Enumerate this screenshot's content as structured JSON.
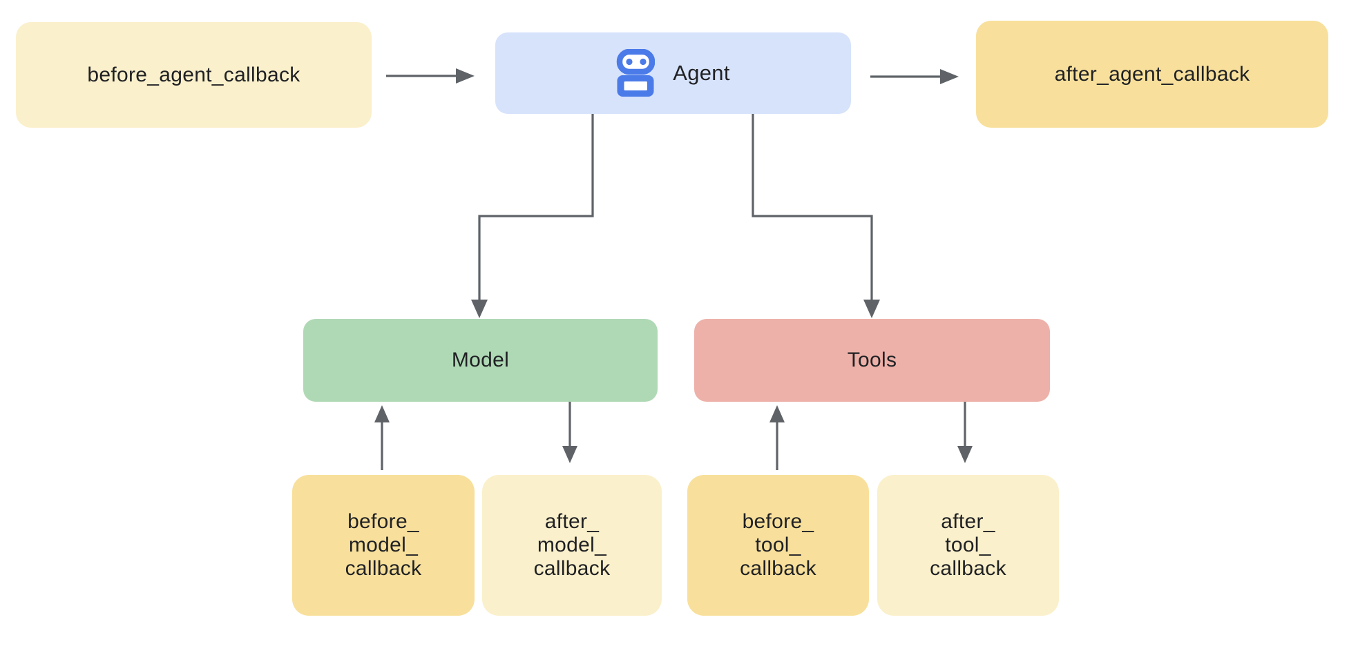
{
  "diagram": {
    "title": "agent callbacks flow",
    "background": "#ffffff",
    "line_color": "#5F6368",
    "text_color": "#202124",
    "colors": {
      "cream": "#FAF0CB",
      "gold": "#F8E09C",
      "agent_blue": "#D7E3FB",
      "icon_blue": "#4B7BE8",
      "icon_inner": "#FFFFFF",
      "model_green": "#AFD9B5",
      "tools_pink": "#EDB1A9"
    },
    "nodes": {
      "before_agent": {
        "label": "before_agent_callback",
        "bg": "#FAF0CB"
      },
      "agent": {
        "label": "Agent",
        "bg": "#D7E3FB",
        "icon": "robot-icon"
      },
      "after_agent": {
        "label": "after_agent_callback",
        "bg": "#F8E09C"
      },
      "model": {
        "label": "Model",
        "bg": "#AFD9B5"
      },
      "tools": {
        "label": "Tools",
        "bg": "#EDB1A9"
      },
      "before_model": {
        "label": "before_\nmodel_\ncallback",
        "bg": "#F8E09C"
      },
      "after_model": {
        "label": "after_\nmodel_\ncallback",
        "bg": "#FAF0CB"
      },
      "before_tool": {
        "label": "before_\ntool_\ncallback",
        "bg": "#F8E09C"
      },
      "after_tool": {
        "label": "after_\ntool_\ncallback",
        "bg": "#FAF0CB"
      }
    },
    "edges": [
      "before_agent_callback -> Agent",
      "Agent -> after_agent_callback",
      "Agent -> Model",
      "Agent -> Tools",
      "before_model_callback -> Model",
      "Model -> after_model_callback",
      "before_tool_callback -> Tools",
      "Tools -> after_tool_callback"
    ]
  }
}
